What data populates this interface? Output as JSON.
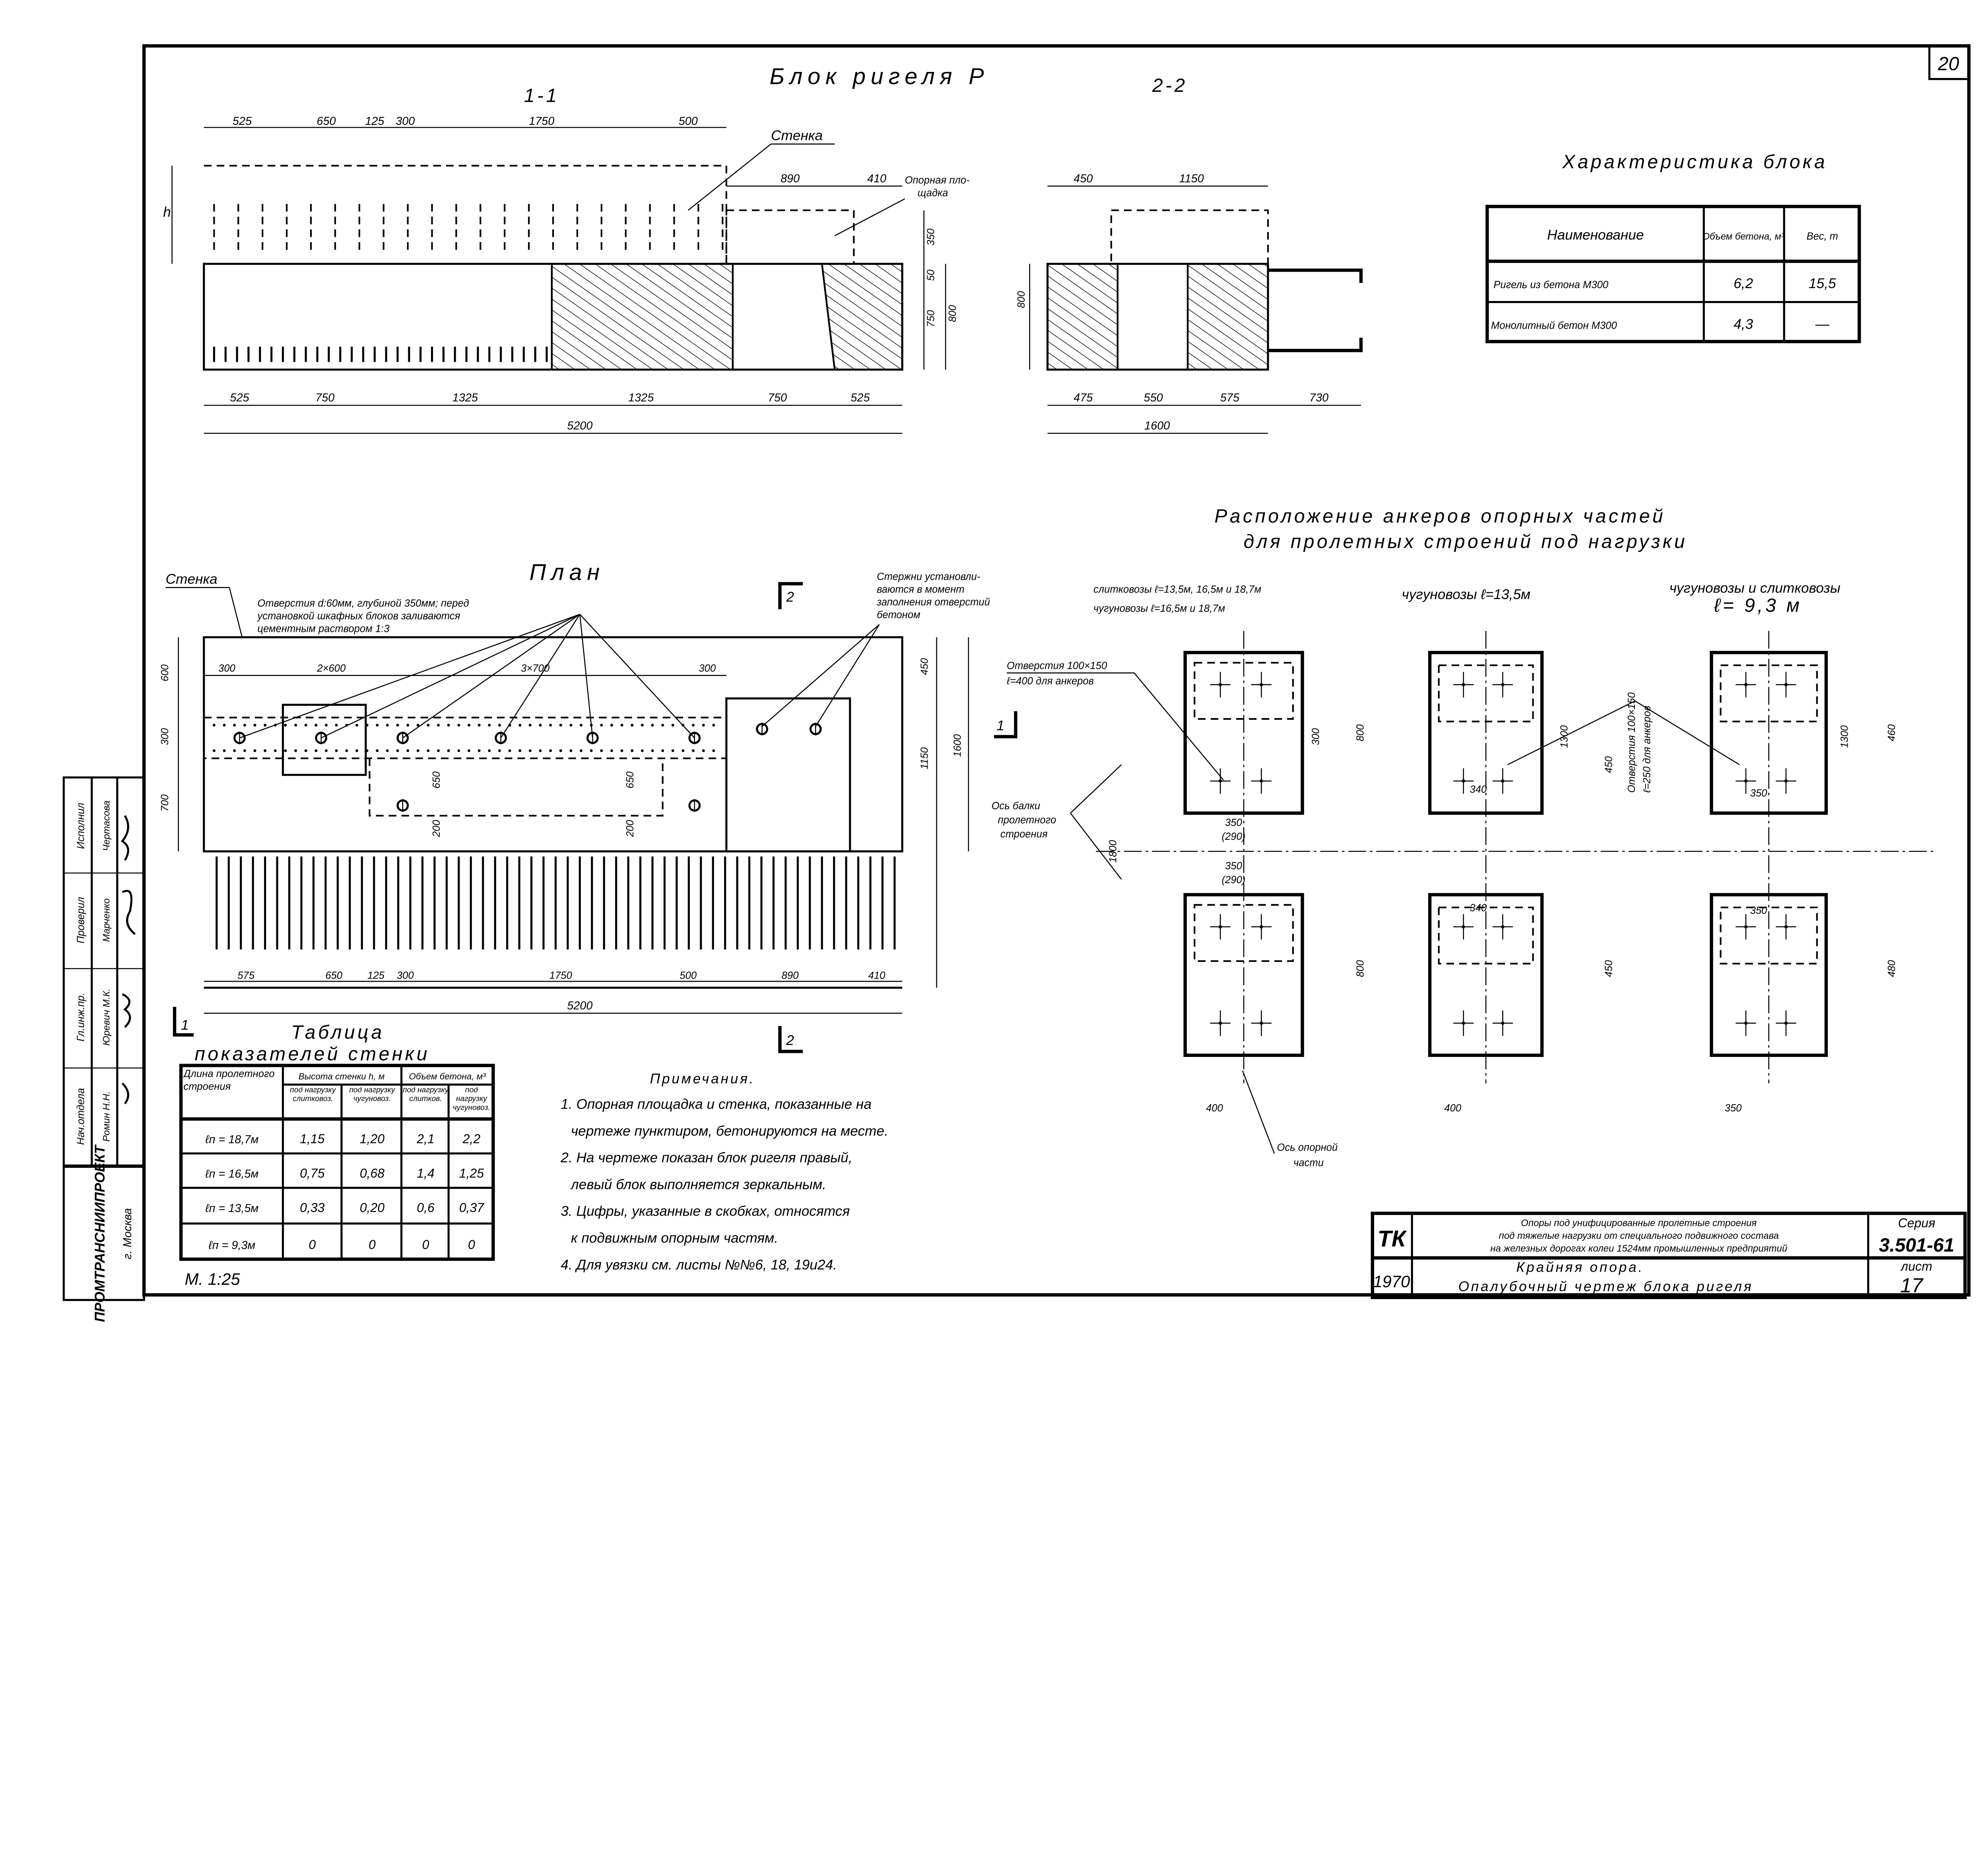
{
  "sheet": {
    "page_number": "20",
    "title": "Блок ригеля Р",
    "scale": "М. 1:25"
  },
  "section_1_1": {
    "label": "1-1",
    "top_dims": [
      "525",
      "650",
      "125",
      "300",
      "1750",
      "500"
    ],
    "top_right_dims": [
      "890",
      "410"
    ],
    "bottom_dims": [
      "525",
      "750",
      "1325",
      "1325",
      "750",
      "525"
    ],
    "overall": "5200",
    "side_dims": [
      "350",
      "50",
      "750",
      "800"
    ],
    "height_symbol": "h",
    "callout_wall": "Стенка",
    "callout_pad": [
      "Опорная пло-",
      "щадка"
    ]
  },
  "section_2_2": {
    "label": "2-2",
    "top_dims": [
      "450",
      "1150"
    ],
    "side_dim": "800",
    "bottom_dims": [
      "475",
      "550",
      "575",
      "730"
    ],
    "overall": "1600"
  },
  "characteristics": {
    "title": "Характеристика блока",
    "headers": [
      "Наименование",
      "Объем бетона, м³",
      "Вес, т"
    ],
    "rows": [
      [
        "Ригель из бетона М300",
        "6,2",
        "15,5"
      ],
      [
        "Монолитный бетон М300",
        "4,3",
        "—"
      ]
    ]
  },
  "plan": {
    "title": "План",
    "wall_label": "Стенка",
    "holes_note": [
      "Отверстия d:60мм, глубиной 350мм; перед",
      "установкой шкафных блоков заливаются",
      "цементным раствором  1:3"
    ],
    "rods_note": [
      "Стержни установли-",
      "ваются в момент",
      "заполнения отверстий",
      "бетоном"
    ],
    "top_dims": [
      "300",
      "2×600",
      "3×700",
      "300"
    ],
    "left_dims": [
      "600",
      "300",
      "700"
    ],
    "inner_dims": [
      "650",
      "650",
      "200",
      "200"
    ],
    "right_dims": [
      "450",
      "1150",
      "1600"
    ],
    "bottom_dims": [
      "575",
      "650",
      "125",
      "300",
      "1750",
      "500",
      "890",
      "410"
    ],
    "overall": "5200",
    "section_marks": [
      "1",
      "1",
      "2",
      "2"
    ]
  },
  "wall_table": {
    "title": [
      "Таблица",
      "показателей стенки"
    ],
    "col_span_headers": [
      "Длина пролетного строения",
      "Высота стенки h, м",
      "Объем бетона, м³"
    ],
    "sub_headers": [
      "под нагрузку слитковоз.",
      "под нагрузку чугуновоз.",
      "под нагрузку слитков.",
      "под нагрузку чугуновоз."
    ],
    "rows": [
      [
        "ℓп = 18,7м",
        "1,15",
        "1,20",
        "2,1",
        "2,2"
      ],
      [
        "ℓп = 16,5м",
        "0,75",
        "0,68",
        "1,4",
        "1,25"
      ],
      [
        "ℓп = 13,5м",
        "0,33",
        "0,20",
        "0,6",
        "0,37"
      ],
      [
        "ℓп = 9,3м",
        "0",
        "0",
        "0",
        "0"
      ]
    ]
  },
  "notes": {
    "title": "Примечания.",
    "lines": [
      "1. Опорная площадка и стенка, показанные на",
      "чертеже пунктиром, бетонируются на месте.",
      "2. На чертеже показан блок ригеля правый,",
      "левый блок выполняется зеркальным.",
      "3. Цифры, указанные в скобках, относятся",
      "к подвижным опорным частям.",
      "4. Для увязки см. листы №№6, 18, 19и24."
    ]
  },
  "anchors": {
    "title": [
      "Расположение анкеров опорных частей",
      "для пролетных строений под нагрузки"
    ],
    "columns": [
      {
        "header": [
          "слитковозы ℓ=13,5м, 16,5м и 18,7м",
          "чугуновозы ℓ=16,5м и 18,7м"
        ],
        "dims": [
          "300",
          "800",
          "350",
          "(290)",
          "350",
          "(290)",
          "1800",
          "800",
          "400"
        ]
      },
      {
        "header": [
          "чугуновозы ℓ=13,5м"
        ],
        "dims": [
          "1300",
          "450",
          "340",
          "340",
          "450",
          "400"
        ]
      },
      {
        "header": [
          "чугуновозы и слитковозы",
          "ℓ= 9,3 м"
        ],
        "dims": [
          "1300",
          "460",
          "350",
          "350",
          "480",
          "350"
        ]
      }
    ],
    "callouts": {
      "holes_400": [
        "Отверстия 100×150",
        "ℓ=400 для анкеров"
      ],
      "holes_250": [
        "Отверстия 100×150",
        "ℓ=250 для анкеров"
      ],
      "beam_axis": [
        "Ось балки",
        "пролетного",
        "строения"
      ],
      "bearing_axis": [
        "Ось опорной",
        "части"
      ]
    }
  },
  "title_block": {
    "code": "ТК",
    "year": "1970",
    "project": [
      "Опоры под унифицированные пролетные строения",
      "под тяжелые нагрузки от специального подвижного состава",
      "на железных дорогах колеи 1524мм промышленных предприятий"
    ],
    "drawing": [
      "Крайняя опора.",
      "Опалубочный чертеж блока ригеля"
    ],
    "series_label": "Серия",
    "series": "3.501-61",
    "sheet_label": "лист",
    "sheet": "17"
  },
  "stamp": {
    "roles": [
      "Исполнил",
      "Проверил",
      "Гл.инж.пр.",
      "Нач.отдела"
    ],
    "names": [
      "Чертасова",
      "Марченко",
      "Юревич М.К.",
      "Ромин Н.Н."
    ],
    "org": "ПРОМТРАНСНИИПРОЕКТ",
    "city": "г. Москва"
  }
}
